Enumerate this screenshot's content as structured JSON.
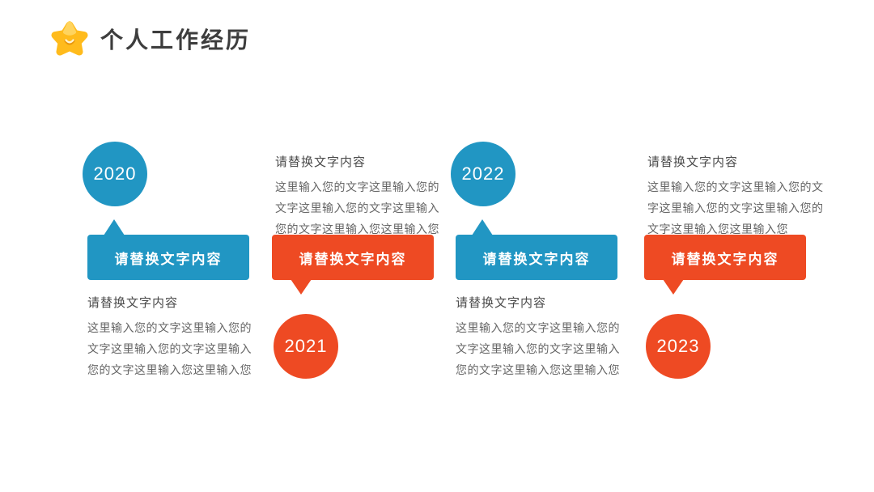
{
  "slide": {
    "background": "#ffffff"
  },
  "header": {
    "title": "个人工作经历",
    "icon": "star-smile-icon",
    "icon_color": "#FFBB1C",
    "title_color": "#3D3D3D"
  },
  "colors": {
    "blue": "#2196C3",
    "orange": "#EE4A23",
    "banner_text": "#FFFFFF",
    "year_text": "#FFFFFF",
    "heading_text": "#4A4A4A",
    "body_text": "#666666"
  },
  "timeline": {
    "items": [
      {
        "year": "2020",
        "theme": "blue",
        "layout": "circle-top",
        "banner_label": "请替换文字内容",
        "text_heading": "请替换文字内容",
        "text_lines": [
          "这里输入您的文字这里输入您的",
          "文字这里输入您的文字这里输入",
          "您的文字这里输入您这里输入您"
        ]
      },
      {
        "year": "2021",
        "theme": "orange",
        "layout": "circle-bottom",
        "banner_label": "请替换文字内容",
        "text_heading": "请替换文字内容",
        "text_lines": [
          "这里输入您的文字这里输入您的",
          "文字这里输入您的文字这里输入",
          "您的文字这里输入您这里输入您"
        ]
      },
      {
        "year": "2022",
        "theme": "blue",
        "layout": "circle-top",
        "banner_label": "请替换文字内容",
        "text_heading": "请替换文字内容",
        "text_lines": [
          "这里输入您的文字这里输入您的",
          "文字这里输入您的文字这里输入",
          "您的文字这里输入您这里输入您"
        ]
      },
      {
        "year": "2023",
        "theme": "orange",
        "layout": "circle-bottom",
        "banner_label": "请替换文字内容",
        "text_heading": "请替换文字内容",
        "text_lines": [
          "这里输入您的文字这里输入您的文",
          "字这里输入您的文字这里输入您的",
          "文字这里输入您这里输入您"
        ]
      }
    ]
  }
}
